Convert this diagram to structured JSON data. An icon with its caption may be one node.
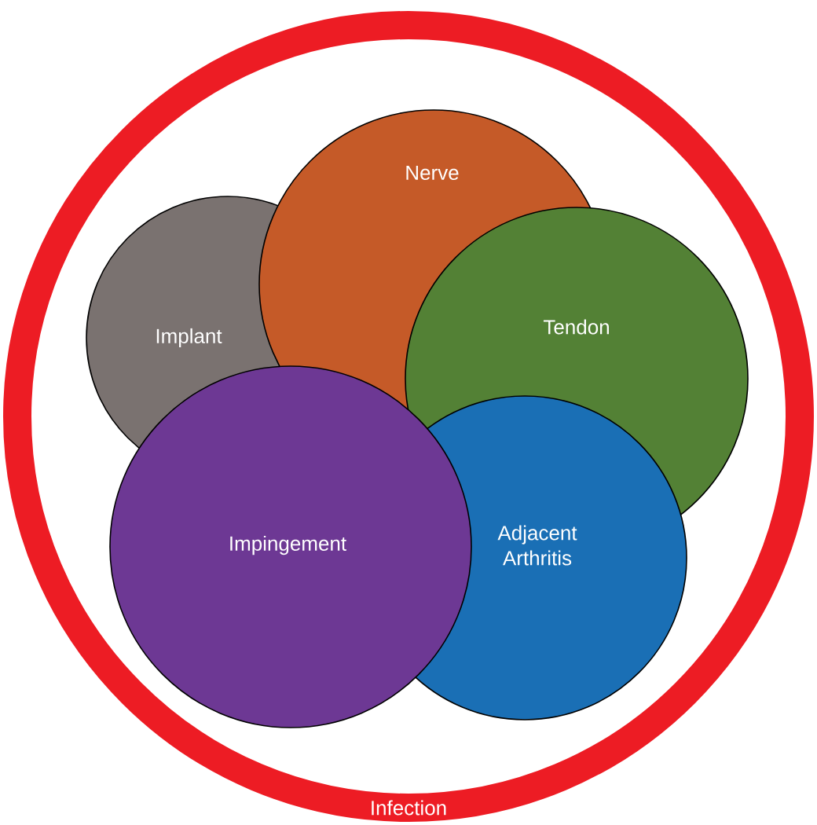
{
  "diagram": {
    "nodes": [
      {
        "text": [
          "Infection"
        ]
      },
      {
        "text": [
          "Nerve"
        ],
        "in": 0
      },
      {
        "text": [
          "Implant"
        ],
        "in": 0
      },
      {
        "text": [
          "Tendon"
        ],
        "in": 0
      },
      {
        "text": [
          "Impingement"
        ],
        "in": 0
      },
      {
        "text": [
          "Adjacent Arthritis"
        ],
        "in": 0
      }
    ]
  }
}
